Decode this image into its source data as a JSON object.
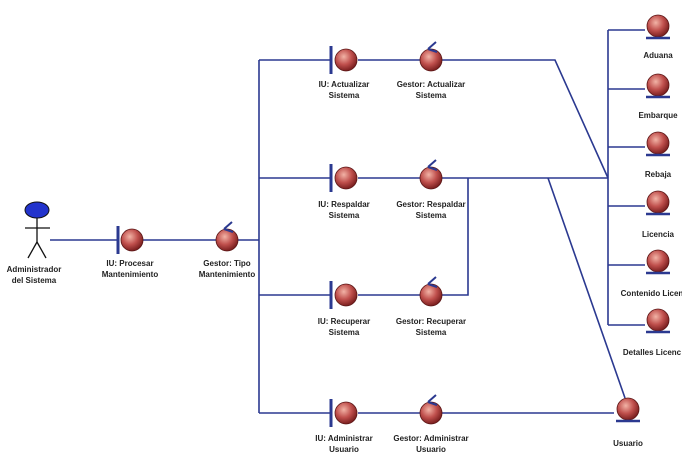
{
  "colors": {
    "line": "#2b3990",
    "entity": "#c0504d",
    "entity_dark": "#7a1f1f",
    "actor_head": "#2233cc",
    "text": "#222222"
  },
  "actor": {
    "line1": "Administrador",
    "line2": "del Sistema",
    "icon": "stick-figure-actor-icon"
  },
  "boundaries": {
    "procesar": {
      "line1": "IU: Procesar",
      "line2": "Mantenimiento"
    },
    "actualizar": {
      "line1": "IU: Actualizar",
      "line2": "Sistema"
    },
    "respaldar": {
      "line1": "IU: Respaldar",
      "line2": "Sistema"
    },
    "recuperar": {
      "line1": "IU: Recuperar",
      "line2": "Sistema"
    },
    "administrar": {
      "line1": "IU: Administrar",
      "line2": "Usuario"
    }
  },
  "controls": {
    "tipo": {
      "line1": "Gestor: Tipo",
      "line2": "Mantenimiento"
    },
    "actualizar": {
      "line1": "Gestor: Actualizar",
      "line2": "Sistema"
    },
    "respaldar": {
      "line1": "Gestor: Respaldar",
      "line2": "Sistema"
    },
    "recuperar": {
      "line1": "Gestor: Recuperar",
      "line2": "Sistema"
    },
    "administrar": {
      "line1": "Gestor: Administrar",
      "line2": "Usuario"
    }
  },
  "entities": {
    "aduana": {
      "label": "Aduana"
    },
    "embarque": {
      "label": "Embarque"
    },
    "rebaja": {
      "label": "Rebaja"
    },
    "licencia": {
      "label": "Licencia"
    },
    "contenido": {
      "label": "Contenido Licen"
    },
    "detalles": {
      "label": "Detalles Licenc"
    },
    "usuario": {
      "label": "Usuario"
    }
  }
}
